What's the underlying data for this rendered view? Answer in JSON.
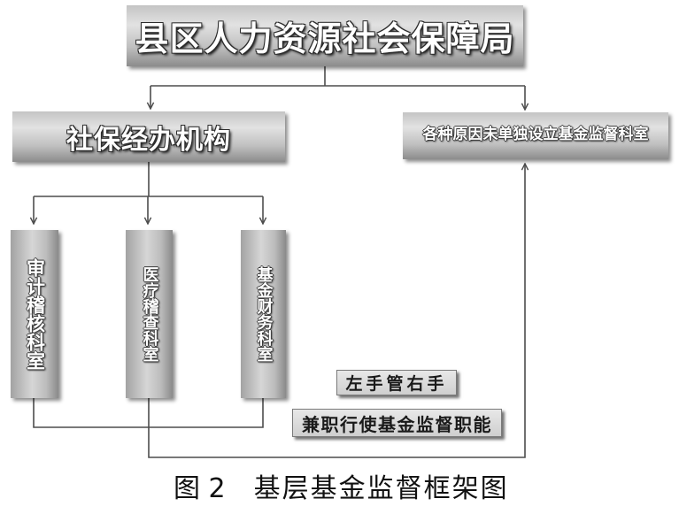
{
  "diagram": {
    "root": {
      "label": "县区人力资源社会保障局"
    },
    "left_branch": {
      "label": "社保经办机构"
    },
    "right_branch": {
      "label": "各种原因未单独设立基金监督科室"
    },
    "departments": [
      {
        "label": "审计稽核科室"
      },
      {
        "label": "医疗稽查科室"
      },
      {
        "label": "基金财务科室"
      }
    ],
    "annotations": [
      {
        "label": "左手管右手"
      },
      {
        "label": "兼职行使基金监督职能"
      }
    ]
  },
  "caption": {
    "number": "图 2",
    "title": "基层基金监督框架图"
  },
  "colors": {
    "connector": "#4d4d4d",
    "box_text": "#ffffff",
    "annotation_text": "#1a1a1a"
  }
}
